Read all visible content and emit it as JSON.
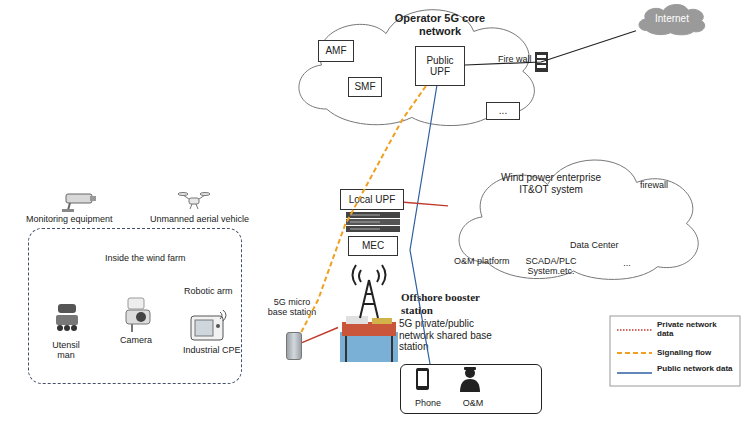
{
  "diagram": {
    "nodes": [
      {
        "text": [
          "Operator 5G core network"
        ]
      },
      {
        "text": [
          "AMF"
        ],
        "in": 0
      },
      {
        "text": [
          "SMF"
        ],
        "in": 0
      },
      {
        "text": [
          "Public UPF"
        ],
        "in": 0
      },
      {
        "text": [
          "..."
        ],
        "in": 0
      },
      {
        "text": [
          "Internet"
        ]
      },
      {
        "text": [
          "Local UPF"
        ]
      },
      {
        "text": [
          "MEC"
        ]
      },
      {
        "text": [
          "Wind power enterprise IT&OT system"
        ]
      },
      {
        "text": [
          "Inside the wind farm"
        ]
      },
      {
        "text": [
          "5G micro base station"
        ]
      },
      {
        "text": [
          "Offshore booster station",
          "5G private/public network shared base station"
        ]
      },
      {
        "text": [
          "Phone",
          "O&M"
        ]
      }
    ],
    "edges": [
      {
        "from": 3,
        "to": 5,
        "arrow": "none"
      },
      {
        "from": 3,
        "to": 10,
        "arrow": "none"
      },
      {
        "from": 3,
        "to": 12,
        "arrow": "none"
      },
      {
        "from": 6,
        "to": 8,
        "arrow": "none"
      },
      {
        "from": 10,
        "to": 11,
        "arrow": "none"
      }
    ],
    "labels": [
      "Fire wall",
      "Monitoring equipment",
      "Unmanned aerial vehicle",
      "Utensil man",
      "Camera",
      "Robotic arm",
      "Industrial CPE",
      "firewall",
      "O&M platform",
      "SCADA/PLC System.etc.",
      "Data Center",
      "..."
    ],
    "legend": [
      {
        "text": "Private network data"
      },
      {
        "text": "Signaling flow"
      },
      {
        "text": "Public network data"
      }
    ]
  }
}
